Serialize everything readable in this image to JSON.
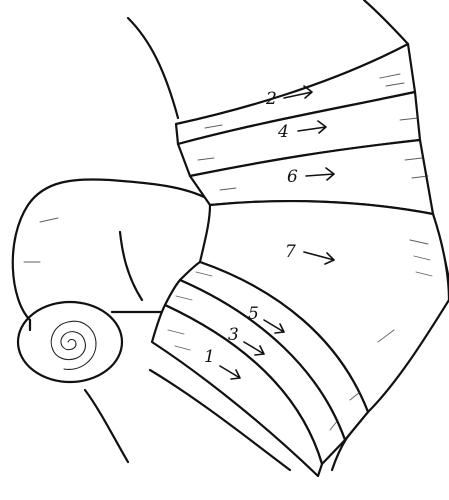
{
  "labels": {
    "turn_1": "1",
    "turn_2": "2",
    "turn_3": "3",
    "turn_4": "4",
    "turn_5": "5",
    "turn_6": "6",
    "turn_7": "7"
  }
}
